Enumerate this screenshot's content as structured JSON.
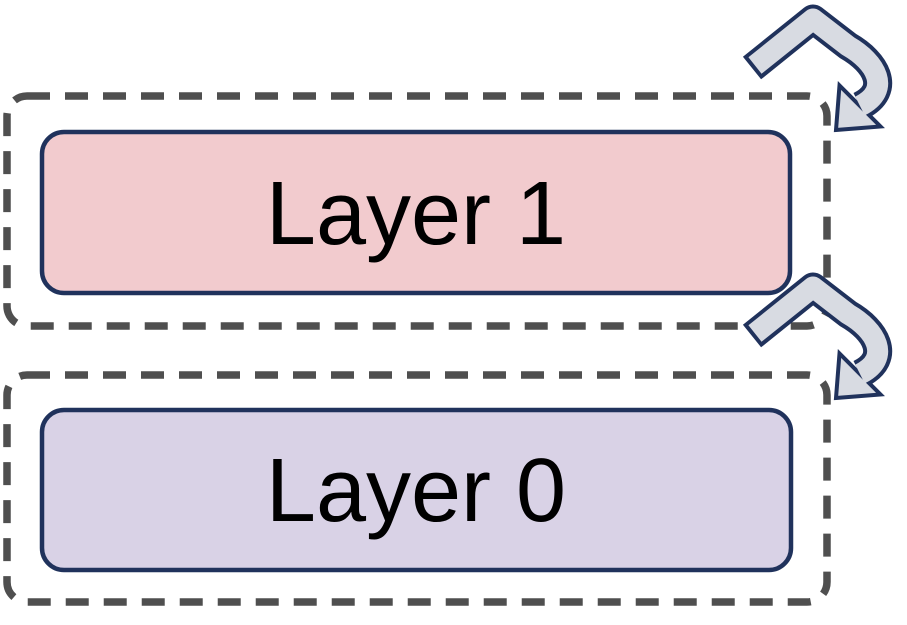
{
  "diagram": {
    "background_color": "#ffffff",
    "colors": {
      "dashed_border": "#4f4f4f",
      "shape_border": "#20325c",
      "arrow_fill": "#d8dbe2",
      "text": "#000000"
    },
    "layers": [
      {
        "label": "Layer 1",
        "fill": "#f2cbce",
        "icon": "loop-arrow"
      },
      {
        "label": "Layer 0",
        "fill": "#d9d2e6",
        "icon": "loop-arrow"
      }
    ]
  }
}
